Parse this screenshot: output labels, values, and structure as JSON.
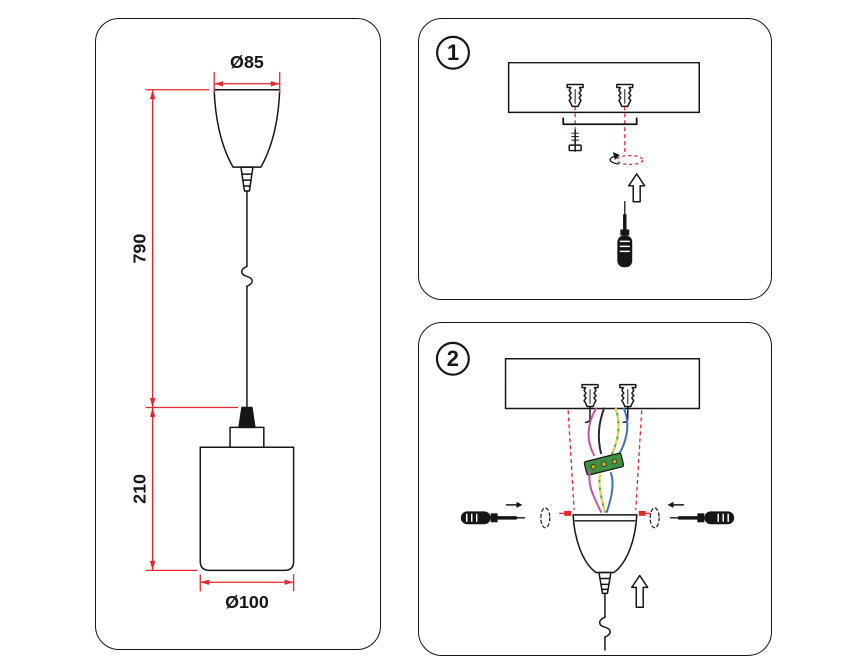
{
  "lamp_panel": {
    "dim_top_diameter": "Ø85",
    "dim_cable_length": "790",
    "dim_shade_height": "210",
    "dim_shade_diameter": "Ø100"
  },
  "step1_panel": {
    "step_number": "1"
  },
  "step2_panel": {
    "step_number": "2"
  },
  "colors": {
    "dimension_red": "#e8262d",
    "line_black": "#161616",
    "wire_pink": "#c9539d",
    "wire_black": "#2a2a2a",
    "wire_green": "#4f9e3f",
    "wire_yellow": "#e8d44d",
    "wire_blue": "#3f6fbf",
    "terminal_green": "#3f8f45",
    "screw_gold": "#c9a227"
  }
}
